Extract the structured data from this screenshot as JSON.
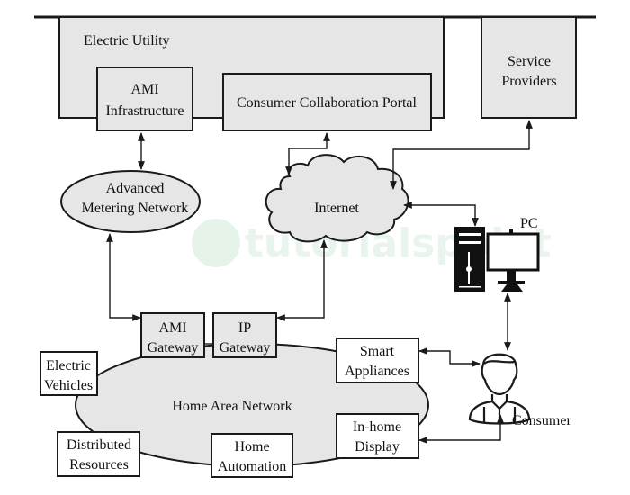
{
  "diagram": {
    "title": "Smart Grid Home Area Network Architecture",
    "watermark": {
      "brand": "tutorialspoint"
    },
    "electric_utility": {
      "label": "Electric Utility",
      "ami_infrastructure": [
        "AMI",
        "Infrastructure"
      ],
      "consumer_portal": "Consumer Collaboration Portal"
    },
    "service_providers": [
      "Service",
      "Providers"
    ],
    "advanced_metering_network": [
      "Advanced",
      "Metering Network"
    ],
    "internet": "Internet",
    "pc": {
      "label": "PC",
      "icon": "desktop-computer-icon"
    },
    "consumer": {
      "label": "Consumer",
      "icon": "person-icon"
    },
    "home_area_network": {
      "label": "Home Area Network",
      "ami_gateway": [
        "AMI",
        "Gateway"
      ],
      "ip_gateway": [
        "IP",
        "Gateway"
      ],
      "electric_vehicles": [
        "Electric",
        "Vehicles"
      ],
      "distributed_resources": [
        "Distributed",
        "Resources"
      ],
      "home_automation": [
        "Home",
        "Automation"
      ],
      "in_home_display": [
        "In-home",
        "Display"
      ],
      "smart_appliances": [
        "Smart",
        "Appliances"
      ]
    },
    "connections": [
      {
        "from": "AMI Infrastructure",
        "to": "Advanced Metering Network",
        "type": "bidirectional"
      },
      {
        "from": "Consumer Collaboration Portal",
        "to": "Internet",
        "type": "bidirectional"
      },
      {
        "from": "Service Providers",
        "to": "Internet",
        "type": "bidirectional"
      },
      {
        "from": "Internet",
        "to": "PC",
        "type": "bidirectional"
      },
      {
        "from": "Advanced Metering Network",
        "to": "AMI Gateway",
        "type": "bidirectional"
      },
      {
        "from": "Internet",
        "to": "IP Gateway",
        "type": "bidirectional"
      },
      {
        "from": "PC",
        "to": "Consumer",
        "type": "bidirectional"
      },
      {
        "from": "Consumer",
        "to": "Smart Appliances",
        "type": "bidirectional"
      },
      {
        "from": "Consumer",
        "to": "In-home Display",
        "type": "bidirectional"
      }
    ]
  }
}
